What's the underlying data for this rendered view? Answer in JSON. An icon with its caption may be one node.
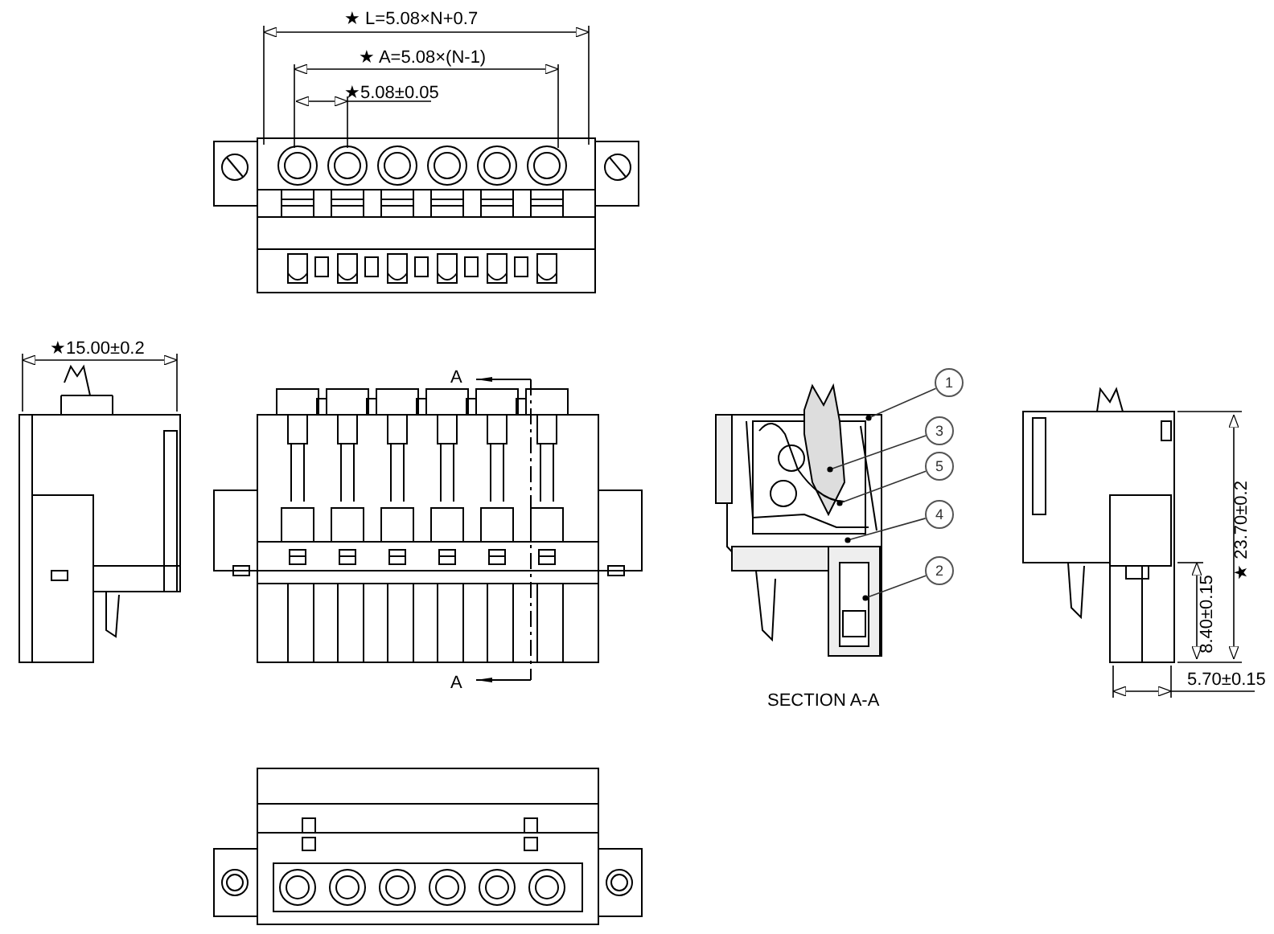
{
  "diagram": {
    "nodes": [
      {
        "text": [
          "1"
        ]
      },
      {
        "text": [
          "3"
        ]
      },
      {
        "text": [
          "5"
        ]
      },
      {
        "text": [
          "4"
        ]
      },
      {
        "text": [
          "2"
        ]
      }
    ],
    "edges": [
      {
        "from": 0,
        "to": null,
        "arrow": "none"
      },
      {
        "from": 1,
        "to": null,
        "arrow": "none"
      },
      {
        "from": 2,
        "to": null,
        "arrow": "none"
      },
      {
        "from": 3,
        "to": null,
        "arrow": "none"
      },
      {
        "from": 4,
        "to": null,
        "arrow": "none"
      }
    ],
    "labels": [
      "★ L=5.08×N+0.7",
      "★ A=5.08×(N-1)",
      "★5.08±0.05",
      "★15.00±0.2",
      "A",
      "A",
      "SECTION A-A",
      "★ 23.70±0.2",
      "8.40±0.15",
      "5.70±0.15"
    ]
  }
}
